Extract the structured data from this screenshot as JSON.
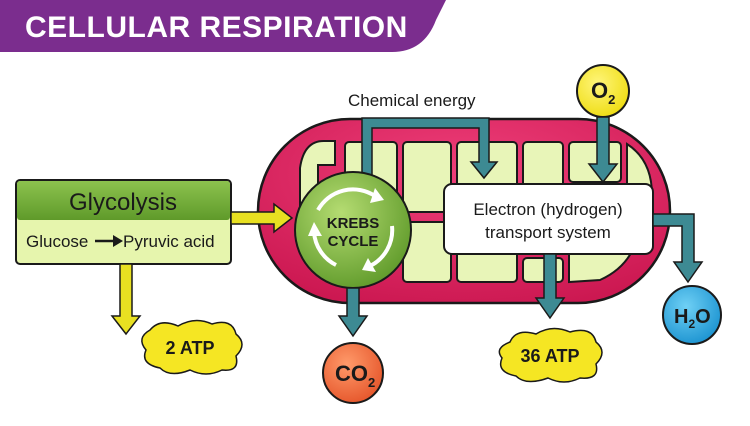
{
  "header": {
    "title": "CELLULAR RESPIRATION"
  },
  "diagram": {
    "chemical_energy_label": "Chemical energy",
    "glycolysis": {
      "title": "Glycolysis",
      "from": "Glucose",
      "to": "Pyruvic acid"
    },
    "krebs": {
      "line1": "KREBS",
      "line2": "CYCLE"
    },
    "electron_transport": {
      "line1": "Electron (hydrogen)",
      "line2": "transport system"
    },
    "oxygen": {
      "base": "O",
      "sub": "2"
    },
    "carbon_dioxide": {
      "base": "CO",
      "sub": "2"
    },
    "water": {
      "h": "H",
      "sub": "2",
      "o": "O"
    },
    "atp_glycolysis": "2 ATP",
    "atp_transport": "36 ATP",
    "colors": {
      "header": "#7b2d8e",
      "mito_outer": "#d81b5a",
      "mito_inner": "#e8f5b8",
      "glycolysis": "#7cb342",
      "krebs": "#7cb342",
      "arrow_teal": "#3d8a93",
      "arrow_yellow": "#e8e021",
      "atp_blob": "#f5e623",
      "oxygen": "#f5e623",
      "carbon_dioxide": "#f26b3a",
      "water": "#29a8e0"
    }
  }
}
